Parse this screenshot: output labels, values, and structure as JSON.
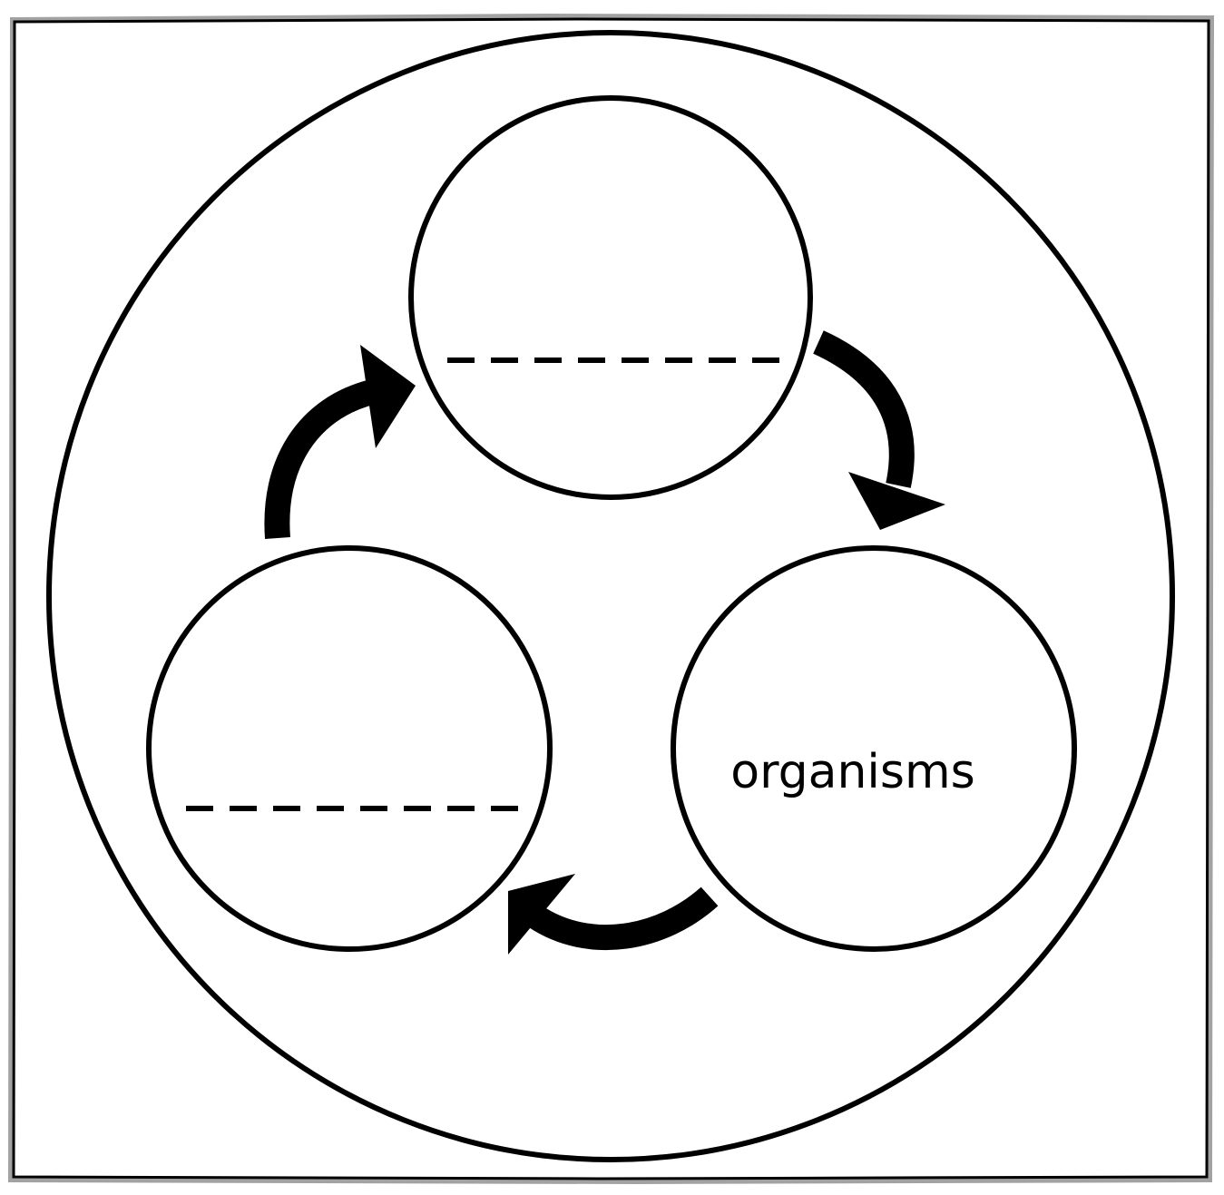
{
  "diagram": {
    "colors": {
      "stroke": "#000000",
      "background": "#ffffff",
      "frame_shadow": "#555555"
    },
    "nodes": [
      {
        "id": "top",
        "label": "",
        "has_dashed_line": true
      },
      {
        "id": "bottom-right",
        "label": "organisms",
        "has_dashed_line": false
      },
      {
        "id": "bottom-left",
        "label": "",
        "has_dashed_line": true
      }
    ],
    "arrows": [
      {
        "from": "top",
        "to": "bottom-right"
      },
      {
        "from": "bottom-right",
        "to": "bottom-left"
      },
      {
        "from": "bottom-left",
        "to": "top"
      }
    ]
  }
}
